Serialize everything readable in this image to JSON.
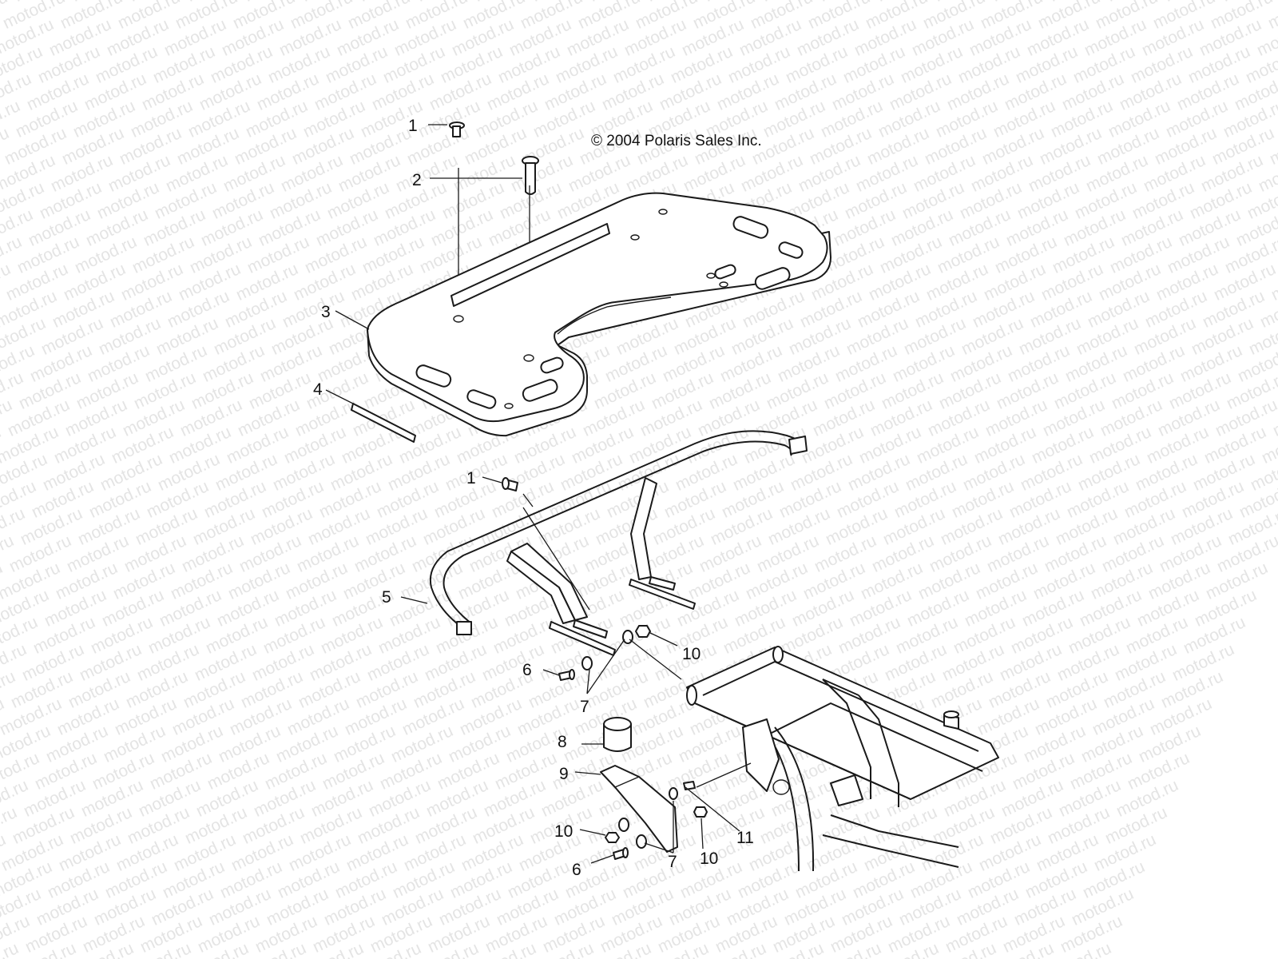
{
  "copyright": "© 2004 Polaris Sales Inc.",
  "watermark": "motod.ru",
  "callouts": [
    {
      "id": "c1a",
      "label": "1"
    },
    {
      "id": "c2",
      "label": "2"
    },
    {
      "id": "c3",
      "label": "3"
    },
    {
      "id": "c4",
      "label": "4"
    },
    {
      "id": "c1b",
      "label": "1"
    },
    {
      "id": "c5",
      "label": "5"
    },
    {
      "id": "c10a",
      "label": "10"
    },
    {
      "id": "c6a",
      "label": "6"
    },
    {
      "id": "c7a",
      "label": "7"
    },
    {
      "id": "c8",
      "label": "8"
    },
    {
      "id": "c9",
      "label": "9"
    },
    {
      "id": "c11",
      "label": "11"
    },
    {
      "id": "c10b",
      "label": "10"
    },
    {
      "id": "c7b",
      "label": "7"
    },
    {
      "id": "c10c",
      "label": "10"
    },
    {
      "id": "c6b",
      "label": "6"
    }
  ]
}
